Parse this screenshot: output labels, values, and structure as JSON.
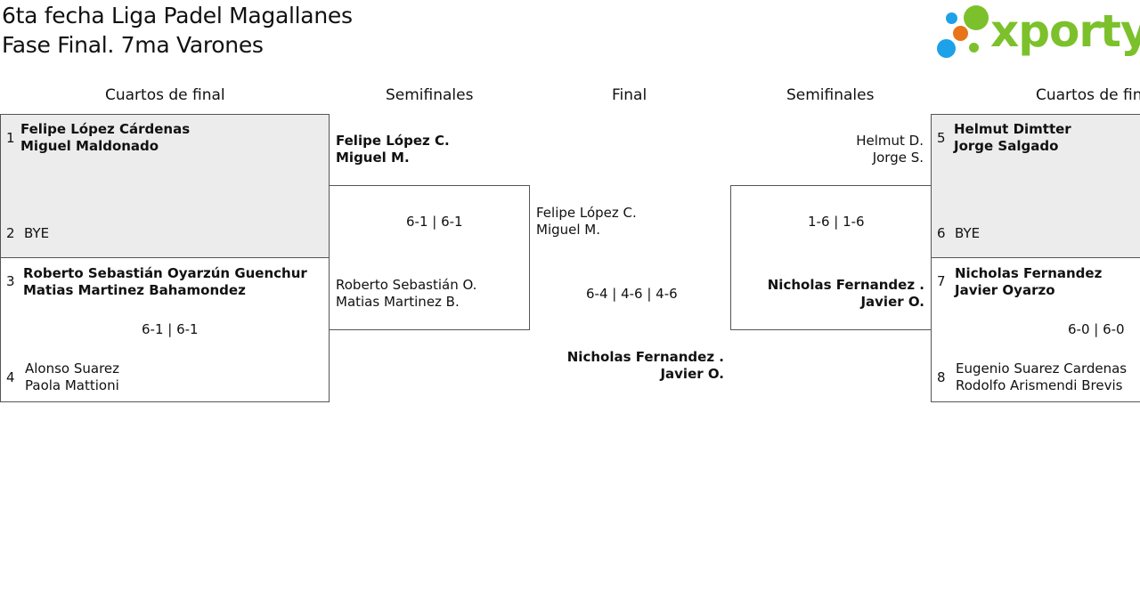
{
  "header": {
    "title_line1": "6ta fecha Liga Padel Magallanes",
    "title_line2": "Fase Final. 7ma Varones",
    "logo_text": "xporty",
    "brand_color": "#7cc12b"
  },
  "columns": {
    "qf_left": "Cuartos de final",
    "sf_left": "Semifinales",
    "final": "Final",
    "sf_right": "Semifinales",
    "qf_right": "Cuartos de fin"
  },
  "qf_left": {
    "m1": {
      "seed_a": "1",
      "a1": "Felipe López Cárdenas",
      "a2": "Miguel Maldonado",
      "seed_b": "2",
      "b1": "BYE"
    },
    "m2": {
      "seed_a": "3",
      "a1": "Roberto Sebastián Oyarzún Guenchur",
      "a2": "Matias Martinez Bahamondez",
      "score": "6-1 | 6-1",
      "seed_b": "4",
      "b1": "Alonso Suarez",
      "b2": "Paola Mattioni"
    }
  },
  "sf_left": {
    "a1": "Felipe López C.",
    "a2": "Miguel M.",
    "score": "6-1 | 6-1",
    "b1": "Roberto Sebastián O.",
    "b2": "Matias Martinez B."
  },
  "final": {
    "a1": "Felipe López C.",
    "a2": "Miguel M.",
    "score": "6-4 | 4-6 | 4-6",
    "b1": "Nicholas Fernandez .",
    "b2": "Javier O."
  },
  "sf_right": {
    "a1": "Helmut D.",
    "a2": "Jorge S.",
    "score": "1-6 | 1-6",
    "b1": "Nicholas Fernandez .",
    "b2": "Javier O."
  },
  "qf_right": {
    "m1": {
      "seed_a": "5",
      "a1": "Helmut Dimtter",
      "a2": "Jorge Salgado",
      "seed_b": "6",
      "b1": "BYE"
    },
    "m2": {
      "seed_a": "7",
      "a1": "Nicholas Fernandez",
      "a2": "Javier Oyarzo",
      "score": "6-0 | 6-0",
      "seed_b": "8",
      "b1": "Eugenio Suarez Cardenas",
      "b2": "Rodolfo Arismendi Brevis"
    }
  }
}
